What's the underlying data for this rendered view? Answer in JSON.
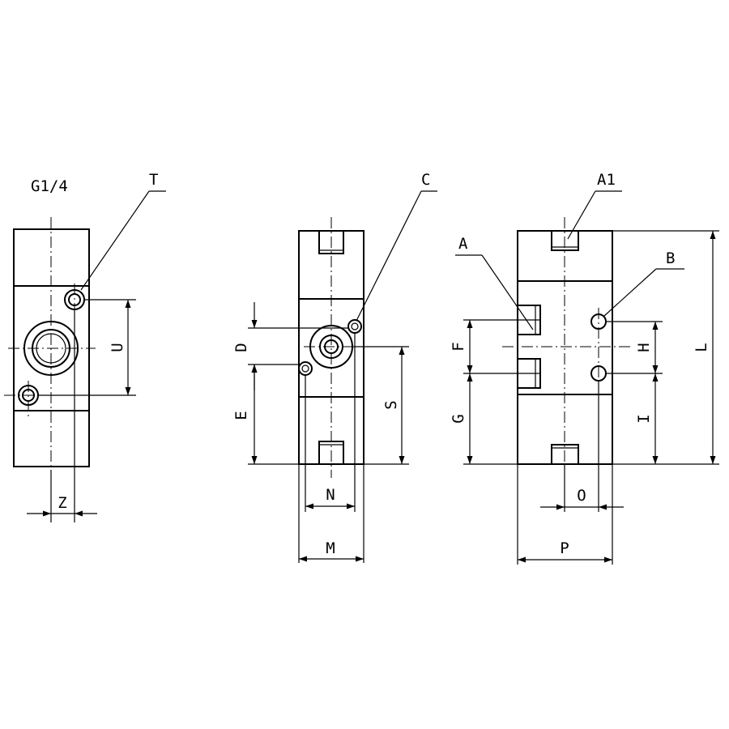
{
  "thread_note": "G1/4",
  "labels": {
    "T": "T",
    "C": "C",
    "A1": "A1",
    "A": "A",
    "B": "B",
    "U": "U",
    "Z": "Z",
    "D": "D",
    "E": "E",
    "S": "S",
    "N": "N",
    "M": "M",
    "F": "F",
    "G": "G",
    "H": "H",
    "I": "I",
    "L": "L",
    "O": "O",
    "P": "P"
  }
}
